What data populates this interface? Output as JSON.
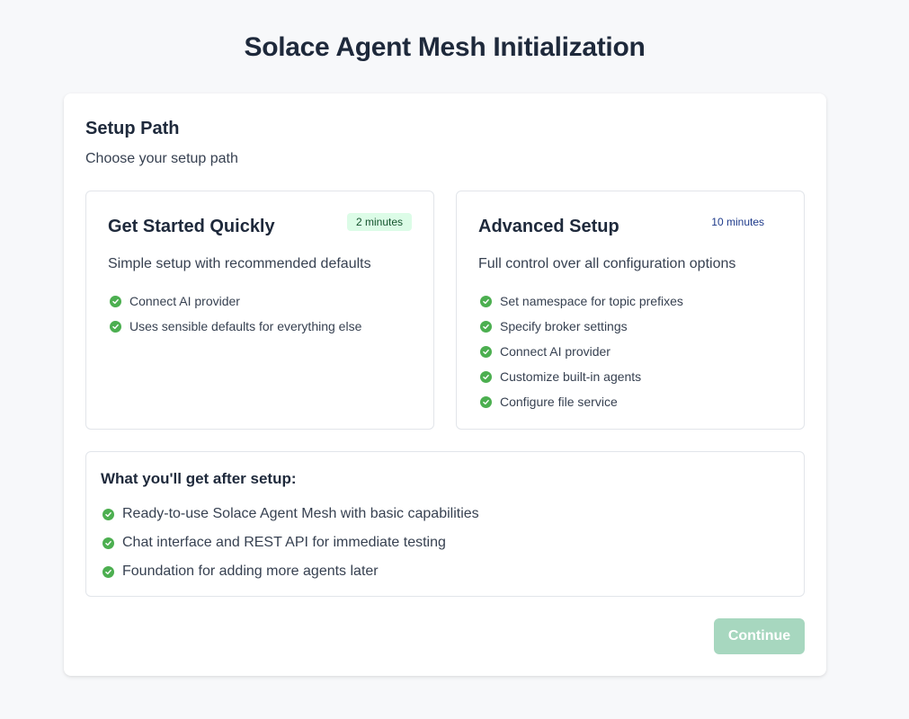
{
  "page": {
    "title": "Solace Agent Mesh Initialization"
  },
  "setup": {
    "title": "Setup Path",
    "subtitle": "Choose your setup path",
    "options": [
      {
        "title": "Get Started Quickly",
        "badge": "2 minutes",
        "description": "Simple setup with recommended defaults",
        "features": [
          "Connect AI provider",
          "Uses sensible defaults for everything else"
        ]
      },
      {
        "title": "Advanced Setup",
        "badge": "10 minutes",
        "description": "Full control over all configuration options",
        "features": [
          "Set namespace for topic prefixes",
          "Specify broker settings",
          "Connect AI provider",
          "Customize built-in agents",
          "Configure file service"
        ]
      }
    ]
  },
  "after_setup": {
    "title": "What you'll get after setup:",
    "items": [
      "Ready-to-use Solace Agent Mesh with basic capabilities",
      "Chat interface and REST API for immediate testing",
      "Foundation for adding more agents later"
    ]
  },
  "actions": {
    "continue_label": "Continue",
    "continue_enabled": false
  },
  "colors": {
    "check": "#4caf50",
    "continue_disabled": "#a7d7bf",
    "badge_green_bg": "#dcfce7",
    "badge_blue_text": "#1e3a8a"
  },
  "icons": {
    "check": "check-circle-icon"
  }
}
